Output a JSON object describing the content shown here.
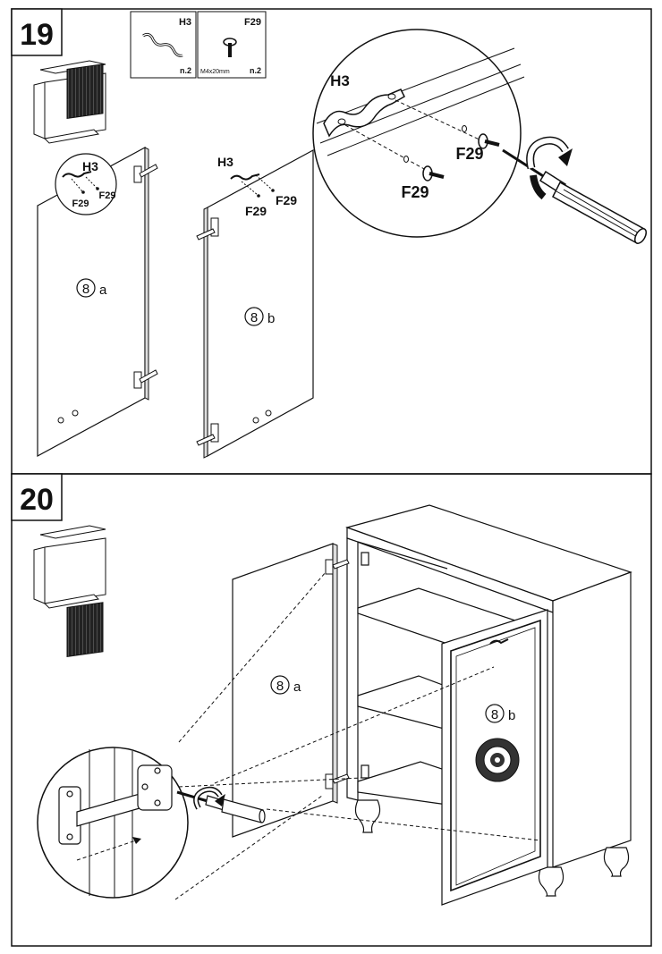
{
  "steps": [
    {
      "number": "19"
    },
    {
      "number": "20"
    }
  ],
  "parts": [
    {
      "code": "H3",
      "qty": "n.2",
      "spec": ""
    },
    {
      "code": "F29",
      "qty": "n.2",
      "spec": "M4x20mm"
    }
  ],
  "labels": {
    "handle": "H3",
    "screw": "F29",
    "door_a": "a",
    "door_b": "b",
    "door_number": "8"
  }
}
